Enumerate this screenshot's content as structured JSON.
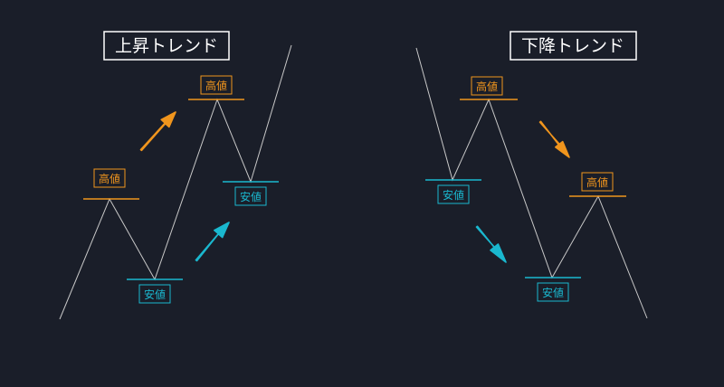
{
  "diagrams": [
    {
      "title": "上昇トレンド",
      "labels": {
        "high_1": "高値",
        "high_2": "高値",
        "low_1": "安値",
        "low_2": "安値"
      }
    },
    {
      "title": "下降トレンド",
      "labels": {
        "high_1": "高値",
        "high_2": "高値",
        "low_1": "安値",
        "low_2": "安値"
      }
    }
  ],
  "colors": {
    "background": "#1a1e29",
    "high": "#f0951d",
    "low": "#1ab8cf",
    "price_line": "#c8c8c8",
    "title_border": "#ffffff"
  },
  "icons": {
    "high_arrow": "arrow-icon",
    "low_arrow": "arrow-icon"
  }
}
